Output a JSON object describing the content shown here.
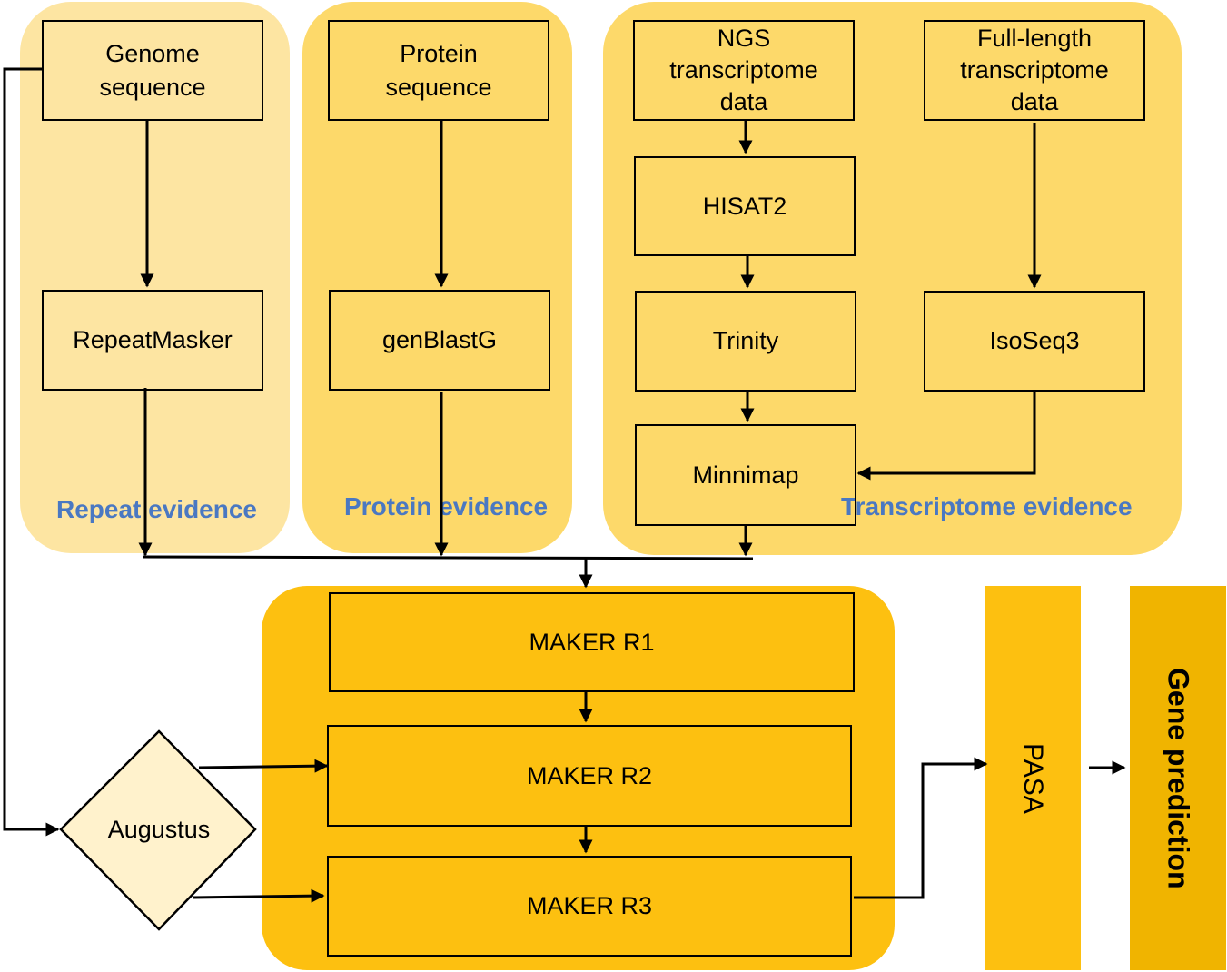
{
  "colors": {
    "panel_light": "#fde5a2",
    "panel_mid": "#fdd96a",
    "panel_strong": "#fdc010",
    "pasa_bar": "#fdc010",
    "gene_bar": "#f0b400",
    "decision_fill": "#fff2cc",
    "label_blue": "#4a78c2"
  },
  "panels": {
    "repeat": {
      "label": "Repeat evidence"
    },
    "protein": {
      "label": "Protein evidence"
    },
    "transcriptome": {
      "label": "Transcriptome evidence"
    }
  },
  "nodes": {
    "genome": {
      "line1": "Genome",
      "line2": "sequence"
    },
    "repeatmasker": {
      "label": "RepeatMasker"
    },
    "protein_seq": {
      "line1": "Protein",
      "line2": "sequence"
    },
    "genblastg": {
      "label": "genBlastG"
    },
    "ngs": {
      "line1": "NGS",
      "line2": "transcriptome",
      "line3": "data"
    },
    "full_length": {
      "line1": "Full-length",
      "line2": "transcriptome",
      "line3": "data"
    },
    "hisat2": {
      "label": "HISAT2"
    },
    "trinity": {
      "label": "Trinity"
    },
    "isoseq3": {
      "label": "IsoSeq3"
    },
    "minnimap": {
      "label": "Minnimap"
    },
    "maker_r1": {
      "label": "MAKER R1"
    },
    "maker_r2": {
      "label": "MAKER R2"
    },
    "maker_r3": {
      "label": "MAKER R3"
    },
    "augustus": {
      "label": "Augustus"
    },
    "pasa": {
      "label": "PASA"
    },
    "gene_prediction": {
      "label": "Gene prediction"
    }
  }
}
